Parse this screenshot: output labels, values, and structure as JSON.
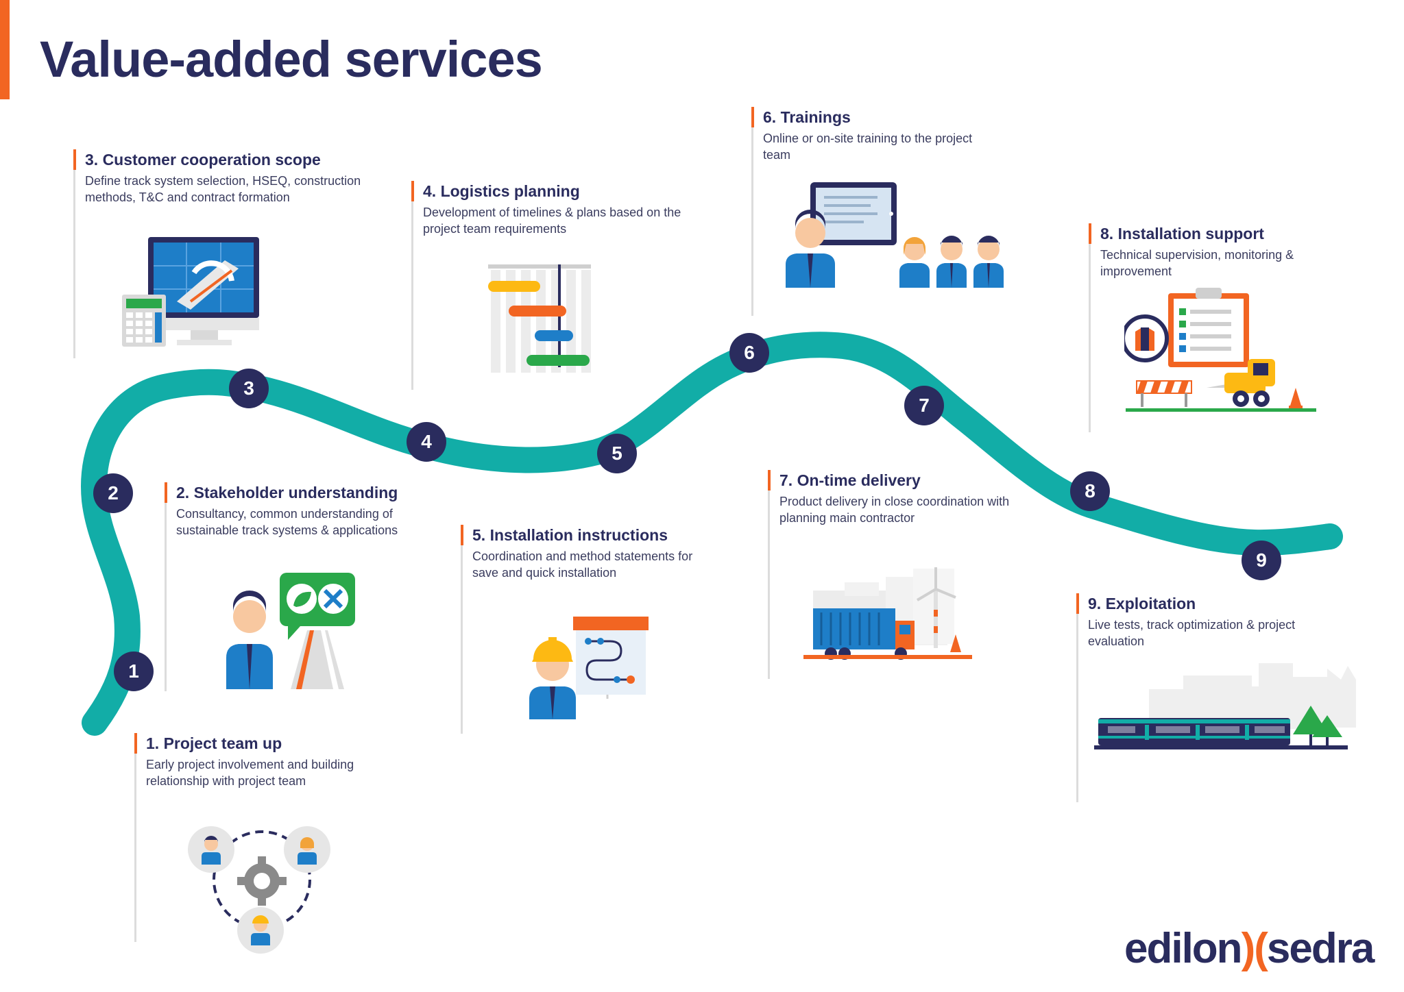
{
  "title": "Value-added services",
  "steps": [
    {
      "title": "1. Project team up",
      "desc": "Early project involvement and building relationship with project team",
      "marker": "1"
    },
    {
      "title": "2. Stakeholder understanding",
      "desc": "Consultancy, common understanding of sustainable track systems & applications",
      "marker": "2"
    },
    {
      "title": "3. Customer cooperation scope",
      "desc": "Define track system selection, HSEQ, construction methods, T&C and contract formation",
      "marker": "3"
    },
    {
      "title": "4. Logistics planning",
      "desc": "Development of timelines & plans based on the project team requirements",
      "marker": "4"
    },
    {
      "title": "5. Installation instructions",
      "desc": "Coordination and method statements for save and quick installation",
      "marker": "5"
    },
    {
      "title": "6. Trainings",
      "desc": "Online or on-site training to the project team",
      "marker": "6"
    },
    {
      "title": "7. On-time delivery",
      "desc": "Product delivery in close coordination with planning main contractor",
      "marker": "7"
    },
    {
      "title": "8. Installation support",
      "desc": "Technical supervision, monitoring & improvement",
      "marker": "8"
    },
    {
      "title": "9. Exploitation",
      "desc": "Live tests, track optimization & project evaluation",
      "marker": "9"
    }
  ],
  "logo": {
    "left": "edilon",
    "paren_right": ")",
    "paren_left": "(",
    "right": "sedra"
  },
  "colors": {
    "navy": "#2a2c5e",
    "teal": "#12ada7",
    "orange": "#f26522",
    "blue": "#1e7ec8",
    "green": "#2aa84a",
    "yellow": "#fdb913"
  }
}
